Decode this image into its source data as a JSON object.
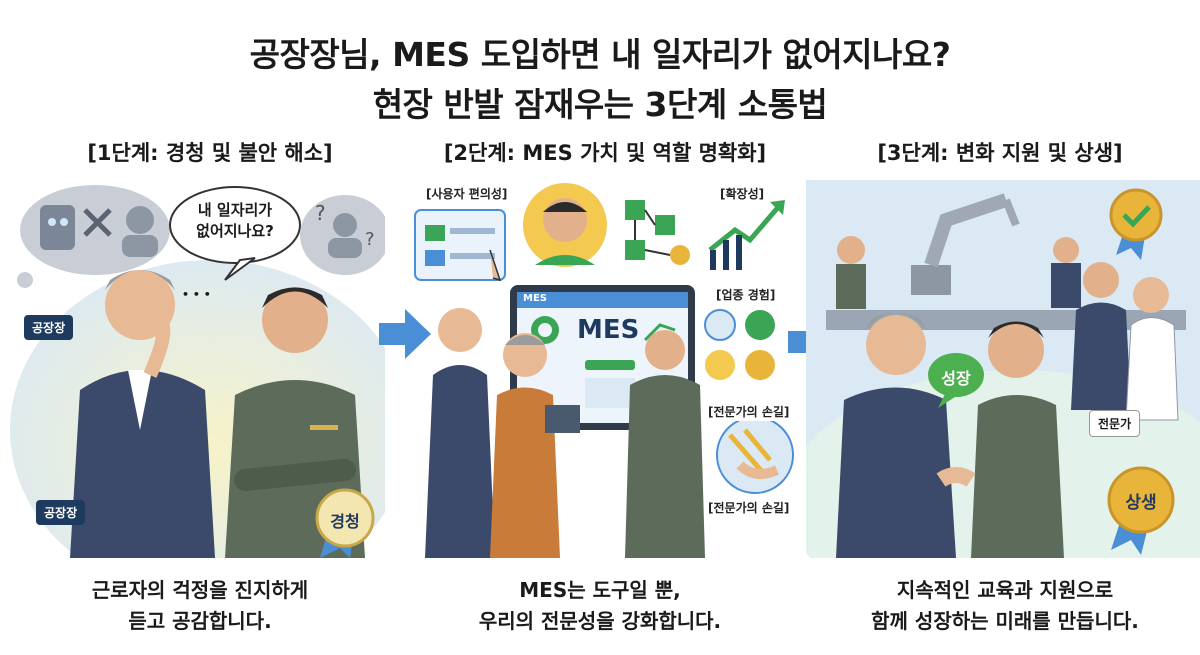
{
  "title": {
    "line1": "공장장님, MES 도입하면 내 일자리가 없어지나요?",
    "line2": "현장 반발 잠재우는 3단계 소통법"
  },
  "steps": [
    {
      "heading": "[1단계: 경청 및 불안 해소]",
      "caption_line1": "근로자의 걱정을 진지하게",
      "caption_line2": "듣고 공감합니다.",
      "bubble_line1": "내 일자리가",
      "bubble_line2": "없어지나요?",
      "dots": "• • •",
      "tag_top": "공장장",
      "tag_bottom": "공장장",
      "badge": "경청"
    },
    {
      "heading": "[2단계: MES 가치 및 역할 명확화]",
      "caption_line1": "MES는 도구일 뿐,",
      "caption_line2": "우리의 전문성을 강화합니다.",
      "label_usability": "[사용자 편의성]",
      "label_scalability": "[확장성]",
      "label_experience": "[업종 경험]",
      "label_expert_touch_1": "[전문가의 손길]",
      "label_expert_touch_2": "[전문가의 손길]",
      "screen_header": "MES",
      "screen_title": "MES"
    },
    {
      "heading": "[3단계: 변화 지원 및 상생]",
      "caption_line1": "지속적인 교육과 지원으로",
      "caption_line2": "함께 성장하는 미래를 만듭니다.",
      "bubble": "성장",
      "tag_expert": "전문가",
      "badge": "상생"
    }
  ],
  "colors": {
    "navy": "#1f3a5f",
    "suit": "#3b4a6b",
    "uniform": "#5c6b5a",
    "arrow": "#4a8fd6",
    "gold": "#e8b53a",
    "green_bubble": "#4caf50",
    "check_green": "#3aa655",
    "bg_blue": "#dcebf7",
    "bg_mint": "#e3f2ea"
  }
}
